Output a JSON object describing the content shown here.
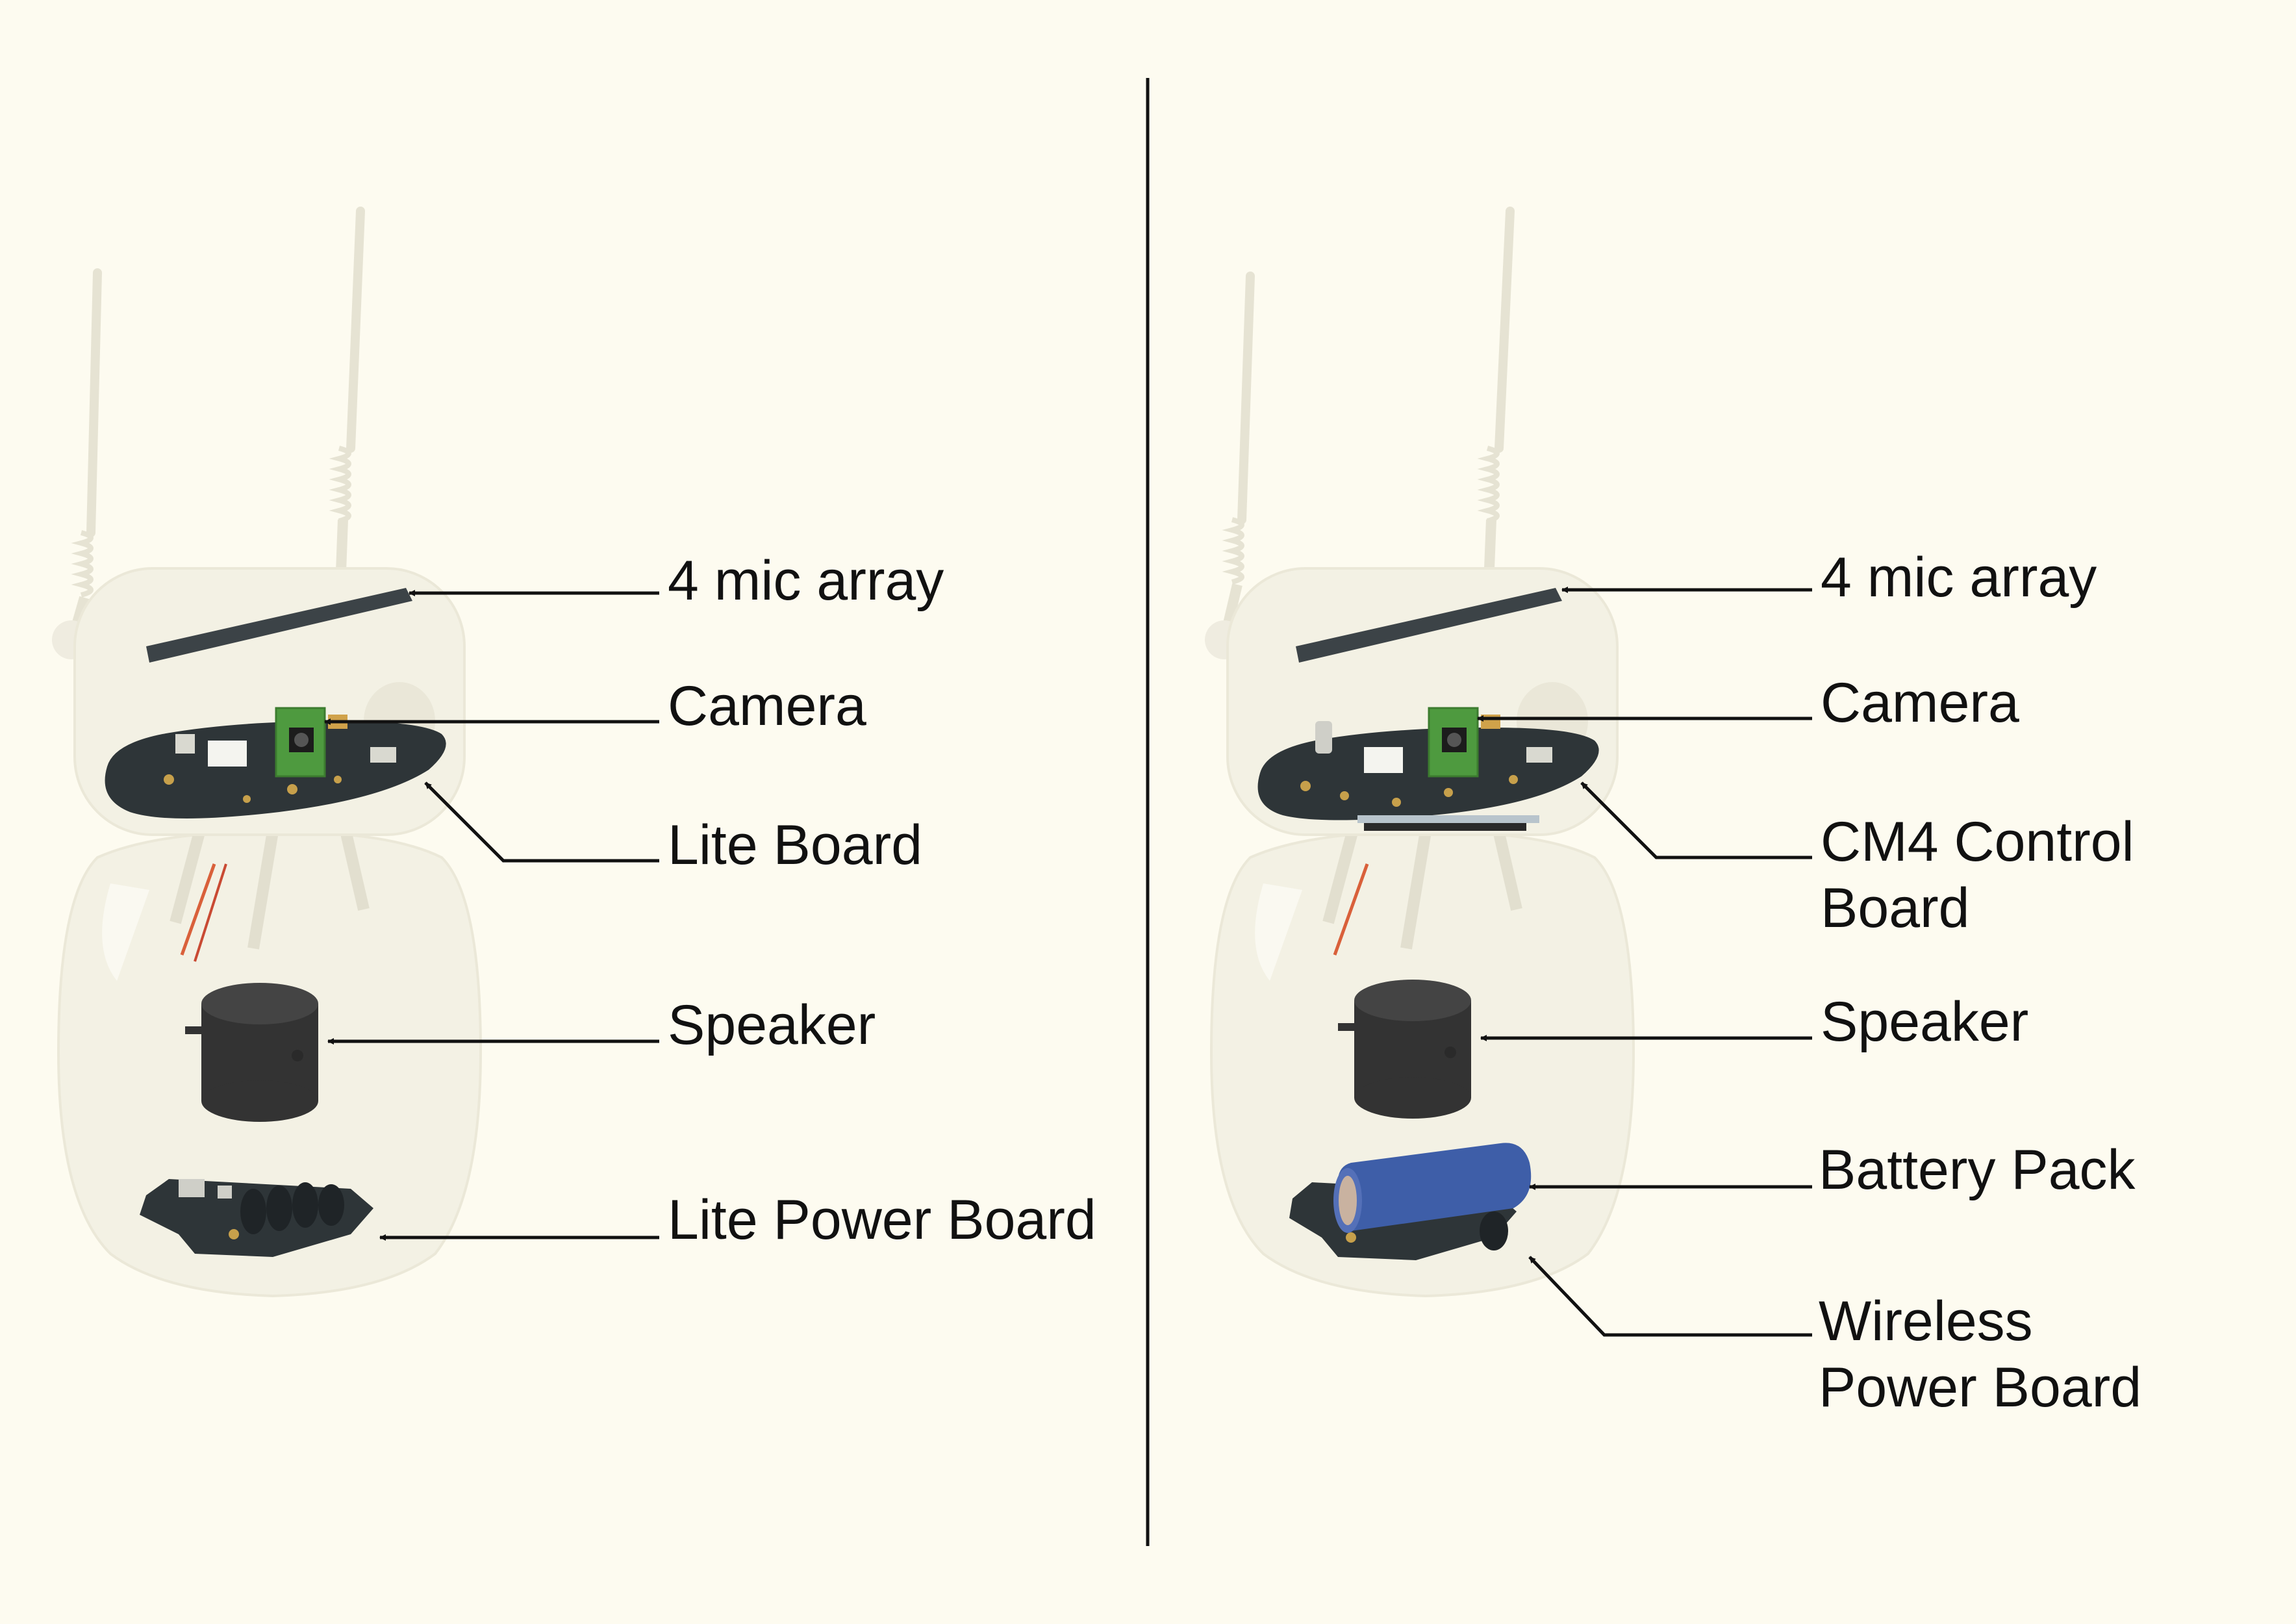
{
  "colors": {
    "background": "#fdfbf0",
    "shell": "#f3f1e4",
    "pcb": "#2e3538",
    "camera_pcb": "#4e9a3f",
    "speaker": "#333333",
    "battery": "#3e5ea8",
    "line": "#111111"
  },
  "panels": [
    {
      "name": "left",
      "labels": [
        {
          "id": "mic",
          "text": "4 mic array"
        },
        {
          "id": "camera",
          "text": "Camera"
        },
        {
          "id": "board",
          "text": "Lite Board"
        },
        {
          "id": "speaker",
          "text": "Speaker"
        },
        {
          "id": "power",
          "text": "Lite Power Board"
        }
      ]
    },
    {
      "name": "right",
      "labels": [
        {
          "id": "mic",
          "text": "4 mic array"
        },
        {
          "id": "camera",
          "text": "Camera"
        },
        {
          "id": "board",
          "text": "CM4 Control\nBoard"
        },
        {
          "id": "speaker",
          "text": "Speaker"
        },
        {
          "id": "battery",
          "text": "Battery Pack"
        },
        {
          "id": "power",
          "text": "Wireless\nPower Board"
        }
      ]
    }
  ]
}
